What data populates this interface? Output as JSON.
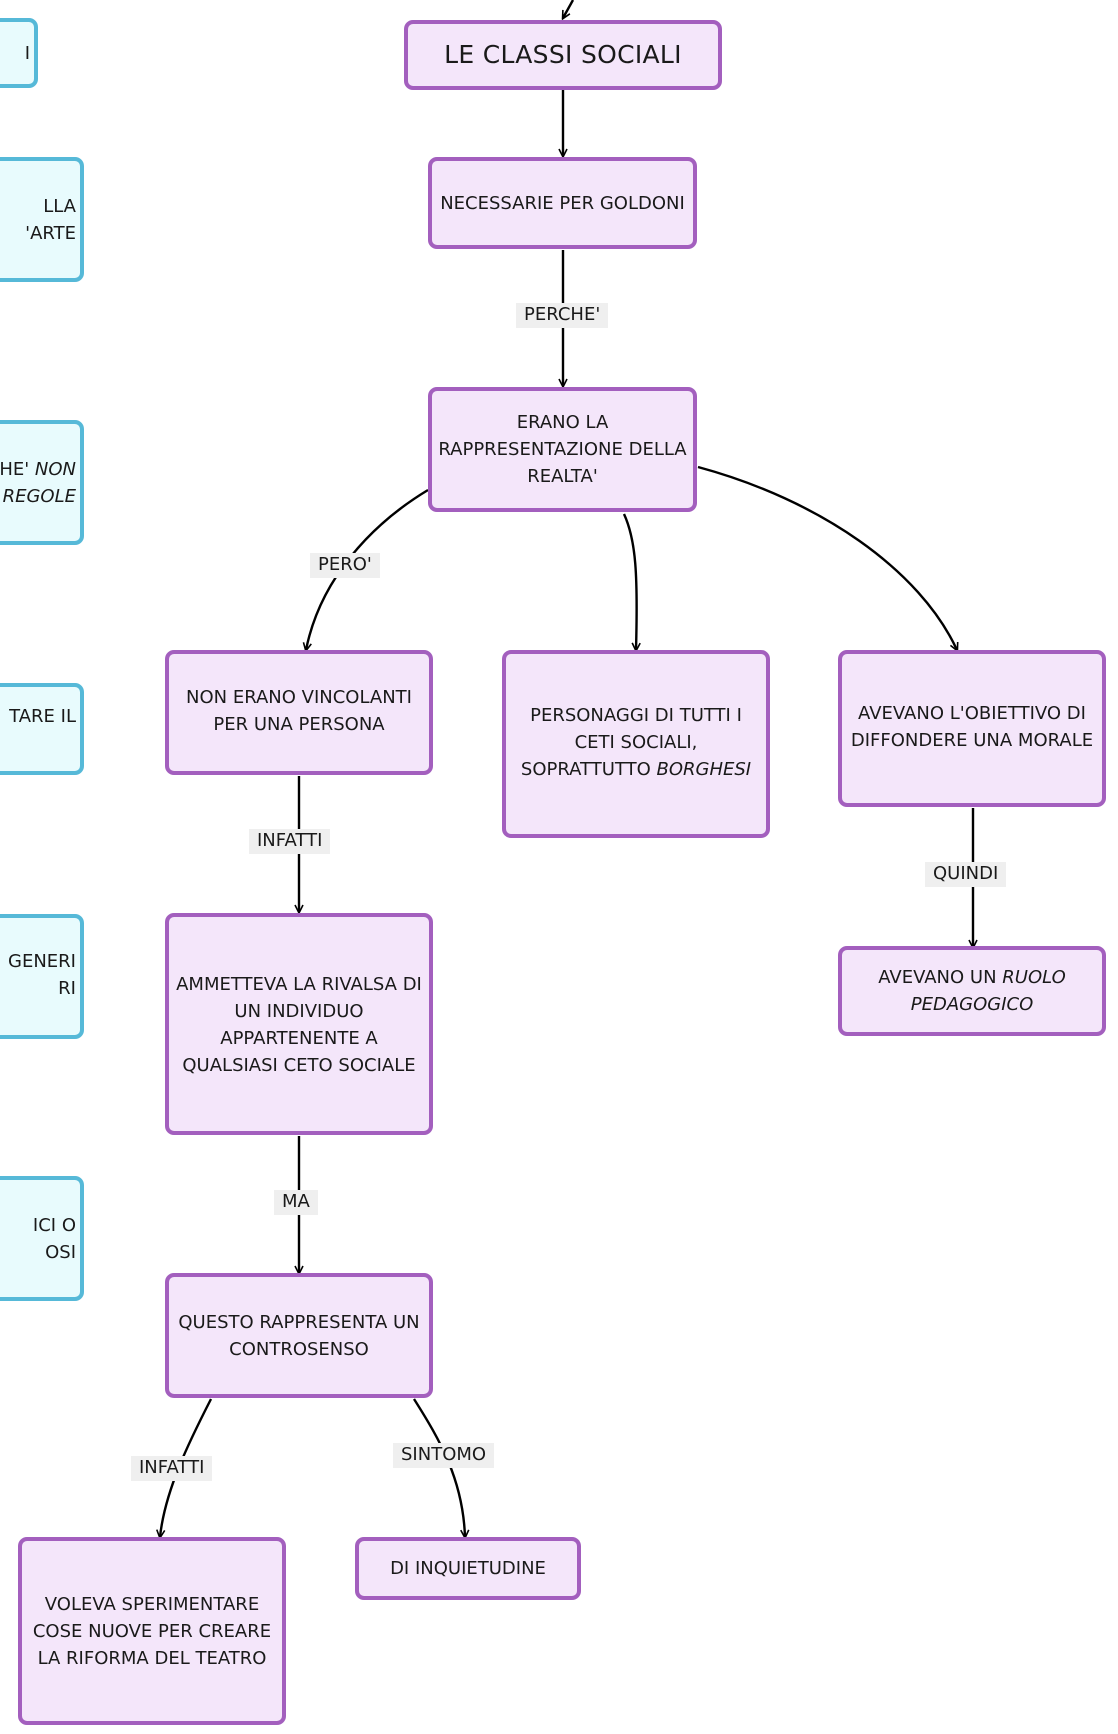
{
  "nodes": {
    "classi_sociali": "LE CLASSI SOCIALI",
    "necessarie": "NECESSARIE PER GOLDONI",
    "erano_rapp": "ERANO LA RAPPRESENTAZIONE DELLA REALTA'",
    "non_vincolanti": "NON ERANO VINCOLANTI PER UNA PERSONA",
    "personaggi_prefix": "PERSONAGGI DI TUTTI I CETI SOCIALI, SOPRATTUTTO ",
    "personaggi_em": "BORGHESI",
    "avevano_obiettivo": "AVEVANO L'OBIETTIVO DI DIFFONDERE UNA MORALE",
    "ruolo_prefix": "AVEVANO UN ",
    "ruolo_em": "RUOLO PEDAGOGICO",
    "ammetteva": "AMMETTEVA LA RIVALSA DI UN INDIVIDUO APPARTENENTE A QUALSIASI CETO SOCIALE",
    "controsenso": "QUESTO RAPPRESENTA UN CONTROSENSO",
    "voleva": "VOLEVA SPERIMENTARE COSE NUOVE PER CREARE LA RIFORMA DEL TEATRO",
    "inquietudine": "DI INQUIETUDINE"
  },
  "edge_labels": {
    "perche": "PERCHE'",
    "pero": "PERO'",
    "infatti_1": "INFATTI",
    "quindi": "QUINDI",
    "ma": "MA",
    "infatti_2": "INFATTI",
    "sintomo": "SINTOMO"
  },
  "left_partial": {
    "box1": "I",
    "box2_line1": "LLA",
    "box2_line2": "'ARTE",
    "box3_line1_prefix": "HE' ",
    "box3_line1_em": "NON",
    "box3_line2_em": "REGOLE",
    "box4": "TARE IL",
    "box5_line1": "GENERI",
    "box5_line2": "RI",
    "box6_line1": "ICI O",
    "box6_line2": "OSI"
  },
  "colors": {
    "node_fill": "#f4e6fa",
    "node_border": "#a35fbe",
    "side_fill": "#e8fbfd",
    "side_border": "#56b9d8",
    "edge": "#000000",
    "label_bg": "#efefef"
  }
}
